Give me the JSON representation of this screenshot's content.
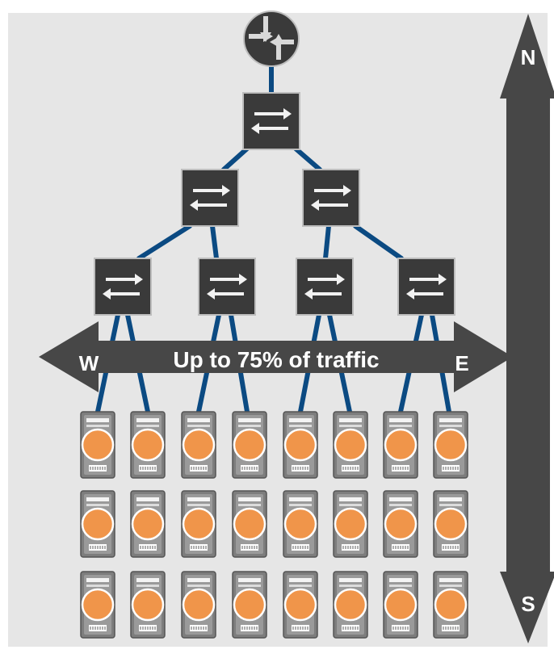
{
  "diagram": {
    "ew_arrow_label": "Up to 75% of traffic",
    "west_label": "W",
    "east_label": "E",
    "north_label": "N",
    "south_label": "S"
  },
  "colors": {
    "background": "#e6e6e6",
    "link": "#0b4a82",
    "device": "#3a3a3a",
    "arrow": "#474747",
    "server_body": "#8c8c8c",
    "server_node": "#f0954a"
  },
  "icons": {
    "router": "router-icon",
    "switch": "switch-icon",
    "server": "server-icon"
  },
  "topology": {
    "router_count": 1,
    "core_switch_count": 1,
    "aggregation_switch_count": 2,
    "access_switch_count": 4,
    "server_rack_columns": 8,
    "server_rack_rows": 3
  }
}
